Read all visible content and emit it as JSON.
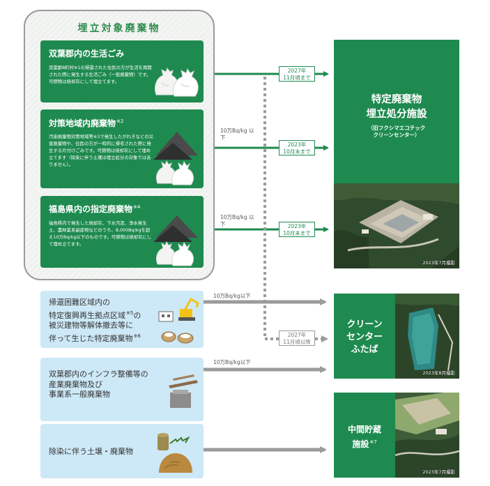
{
  "colors": {
    "green": "#1e8a4f",
    "light_blue": "#cde8f6",
    "gray_arrow": "#9b9b9b",
    "group_border": "#9a9a9a"
  },
  "group": {
    "title": "埋立対象廃棄物"
  },
  "cards": {
    "card1": {
      "title": "双葉郡内の生活ごみ",
      "title_sup": "",
      "body": "双葉郡8町村※1の帰還された住民の方が生活を再開された際に発生する生活ごみ（一般廃棄物）です。可燃物は焼却灰にして埋立てます。",
      "icon": "garbage-bags-icon"
    },
    "card2": {
      "title": "対策地域内廃棄物",
      "title_sup": "※2",
      "body": "汚染廃棄物対策地域等※3で発生したがれきなどの災害廃棄物や、住民の方が一時的に帰宅された際に発生する片付けごみです。可燃物は焼却灰にして埋め立てます（除染に伴う土壌は埋立処分の対象ではありません）。",
      "icon": "ash-and-bags-icon"
    },
    "card3": {
      "title": "福島県内の指定廃棄物",
      "title_sup": "※4",
      "body": "福島県内で発生した焼却灰、下水汚泥、浄水発生土、農林業系副産物などのうち、8,000Bq/kgを超え10万Bq/kg以下のものです。可燃物は焼却灰にして埋め立てます。",
      "icon": "ash-and-bags-icon"
    },
    "card4": {
      "line1": "帰還困難区域内の",
      "line2": "特定復興再生拠点区域",
      "line2_sup": "※5",
      "line2_suffix": "の",
      "line3": "被災建物等解体撤去等に",
      "line4": "伴って生じた特定廃棄物",
      "line4_sup": "※6",
      "icon": "excavator-demolition-icon"
    },
    "card5": {
      "line1": "双葉郡内のインフラ整備等の",
      "line2": "産業廃棄物及び",
      "line3": "事業系一般廃棄物",
      "icon": "industrial-waste-icon"
    },
    "card6": {
      "text": "除染に伴う土壌・廃棄物",
      "icon": "soil-and-plants-icon"
    }
  },
  "thresholds": {
    "t2": "10万Bq/kg 以下",
    "t3": "10万Bq/kg 以下",
    "t4": "10万Bq/kg以下",
    "t5": "10万Bq/kg以下"
  },
  "dates": {
    "d1": {
      "line1": "2027年",
      "line2": "11月頃まで"
    },
    "d2": {
      "line1": "2023年",
      "line2": "10月末まで"
    },
    "d3": {
      "line1": "2023年",
      "line2": "10月末まで"
    },
    "d4": {
      "line1": "2027年",
      "line2": "11月頃以降"
    }
  },
  "facilities": {
    "f1": {
      "line1": "特定廃棄物",
      "line2": "埋立処分施設",
      "sub1": "（旧フクシマエコテック",
      "sub2": "クリーンセンター）",
      "photo_caption": "2023年7月撮影"
    },
    "f2": {
      "line1": "クリーン",
      "line2": "センター",
      "line3": "ふたば",
      "photo_caption": "2023年8月撮影"
    },
    "f3": {
      "line1": "中間貯蔵",
      "line2": "施設",
      "line2_sup": "※7",
      "photo_caption": "2023年7月撮影"
    }
  }
}
